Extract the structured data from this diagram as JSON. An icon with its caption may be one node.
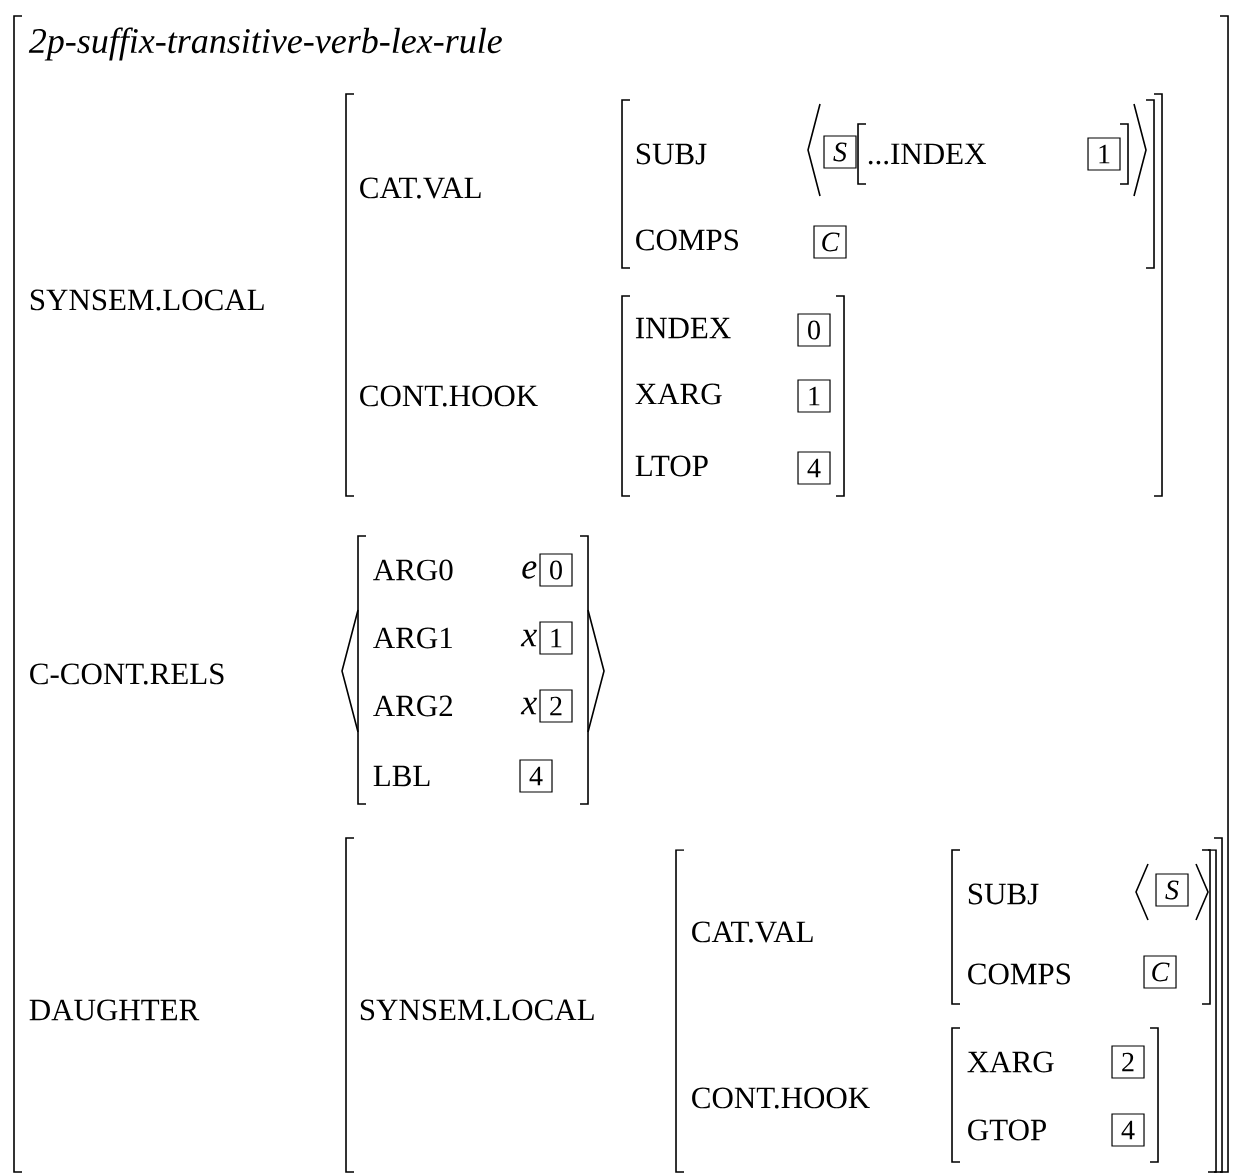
{
  "diagram": {
    "nodes": [
      {
        "text": [
          "2p-suffix-transitive-verb-lex-rule",
          "SYNSEM.LOCAL",
          "C-CONT.RELS",
          "DAUGHTER"
        ]
      },
      {
        "text": [
          "CAT.VAL",
          "CONT.HOOK"
        ],
        "in": 0
      },
      {
        "text": [
          "SUBJ",
          "COMPS"
        ],
        "in": 1
      },
      {
        "text": [
          "S"
        ],
        "in": 2
      },
      {
        "text": [
          "...INDEX"
        ],
        "in": 2
      },
      {
        "text": [
          "1"
        ],
        "in": 4
      },
      {
        "text": [
          "C"
        ],
        "in": 2
      },
      {
        "text": [
          "INDEX",
          "XARG",
          "LTOP"
        ],
        "in": 1
      },
      {
        "text": [
          "0"
        ],
        "in": 7
      },
      {
        "text": [
          "1"
        ],
        "in": 7
      },
      {
        "text": [
          "4"
        ],
        "in": 7
      },
      {
        "text": [
          "ARG0",
          "e",
          "ARG1",
          "x",
          "ARG2",
          "x",
          "LBL"
        ],
        "in": 0
      },
      {
        "text": [
          "0"
        ],
        "in": 11
      },
      {
        "text": [
          "1"
        ],
        "in": 11
      },
      {
        "text": [
          "2"
        ],
        "in": 11
      },
      {
        "text": [
          "4"
        ],
        "in": 11
      },
      {
        "text": [
          "SYNSEM.LOCAL"
        ],
        "in": 0
      },
      {
        "text": [
          "CAT.VAL",
          "CONT.HOOK"
        ],
        "in": 16
      },
      {
        "text": [
          "SUBJ",
          "COMPS"
        ],
        "in": 17
      },
      {
        "text": [
          "S"
        ],
        "in": 18
      },
      {
        "text": [
          "C"
        ],
        "in": 18
      },
      {
        "text": [
          "XARG",
          "GTOP"
        ],
        "in": 17
      },
      {
        "text": [
          "2"
        ],
        "in": 21
      },
      {
        "text": [
          "4"
        ],
        "in": 21
      }
    ]
  }
}
